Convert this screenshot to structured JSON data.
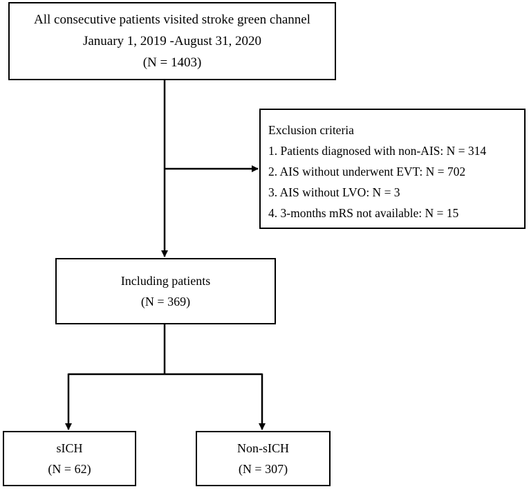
{
  "boxes": {
    "all_patients": {
      "lines": [
        "All consecutive patients visited stroke green channel",
        "January 1, 2019 -August 31, 2020",
        "(N = 1403)"
      ]
    },
    "exclusion": {
      "title": "Exclusion criteria",
      "items": [
        "1. Patients diagnosed with non-AIS: N = 314",
        "2. AIS without underwent EVT: N = 702",
        "3. AIS without LVO: N = 3",
        "4. 3-months mRS not available: N = 15"
      ]
    },
    "including": {
      "lines": [
        "Including patients",
        "(N = 369)"
      ]
    },
    "sich": {
      "lines": [
        "sICH",
        "(N = 62)"
      ]
    },
    "non_sich": {
      "lines": [
        "Non-sICH",
        "(N = 307)"
      ]
    }
  },
  "colors": {
    "stroke": "#000000",
    "background": "#ffffff"
  }
}
